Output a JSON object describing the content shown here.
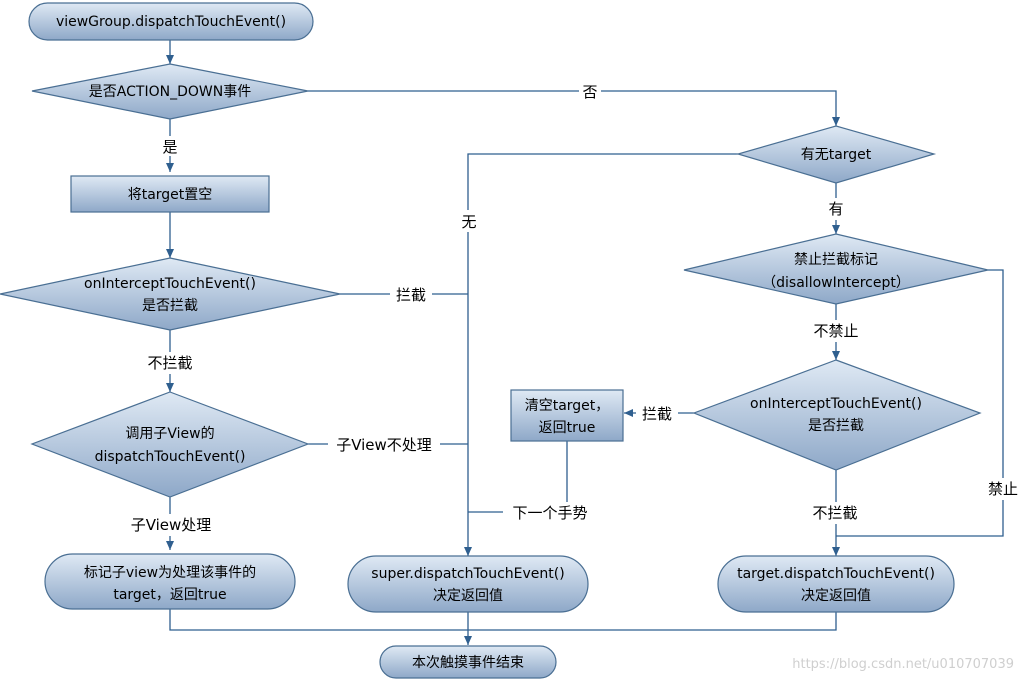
{
  "nodes": {
    "start": "viewGroup.dispatchTouchEvent()",
    "is_down": "是否ACTION_DOWN事件",
    "clear_target": "将target置空",
    "intercept_left": [
      "onInterceptTouchEvent()",
      "是否拦截"
    ],
    "call_child": [
      "调用子View的",
      "dispatchTouchEvent()"
    ],
    "mark_child": [
      "标记子view为处理该事件的",
      "target，返回true"
    ],
    "super_dispatch": [
      "super.dispatchTouchEvent()",
      "决定返回值"
    ],
    "end": "本次触摸事件结束",
    "has_target": "有无target",
    "disallow": [
      "禁止拦截标记",
      "（disallowIntercept）"
    ],
    "intercept_right": [
      "onInterceptTouchEvent()",
      "是否拦截"
    ],
    "clear_return": [
      "清空target，",
      "返回true"
    ],
    "target_dispatch": [
      "target.dispatchTouchEvent()",
      "决定返回值"
    ]
  },
  "edges": {
    "yes": "是",
    "no": "否",
    "none": "无",
    "has": "有",
    "intercept_l": "拦截",
    "not_intercept_l": "不拦截",
    "child_not_handle": "子View不处理",
    "child_handle": "子View处理",
    "not_forbid": "不禁止",
    "intercept_r": "拦截",
    "not_intercept_r": "不拦截",
    "forbid": "禁止",
    "next_gesture": "下一个手势"
  },
  "watermark": "https://blog.csdn.net/u010707039",
  "colors": {
    "fill_light": "#d7e3f1",
    "fill_dark": "#8fa9c9",
    "line": "#2f5f8f"
  }
}
